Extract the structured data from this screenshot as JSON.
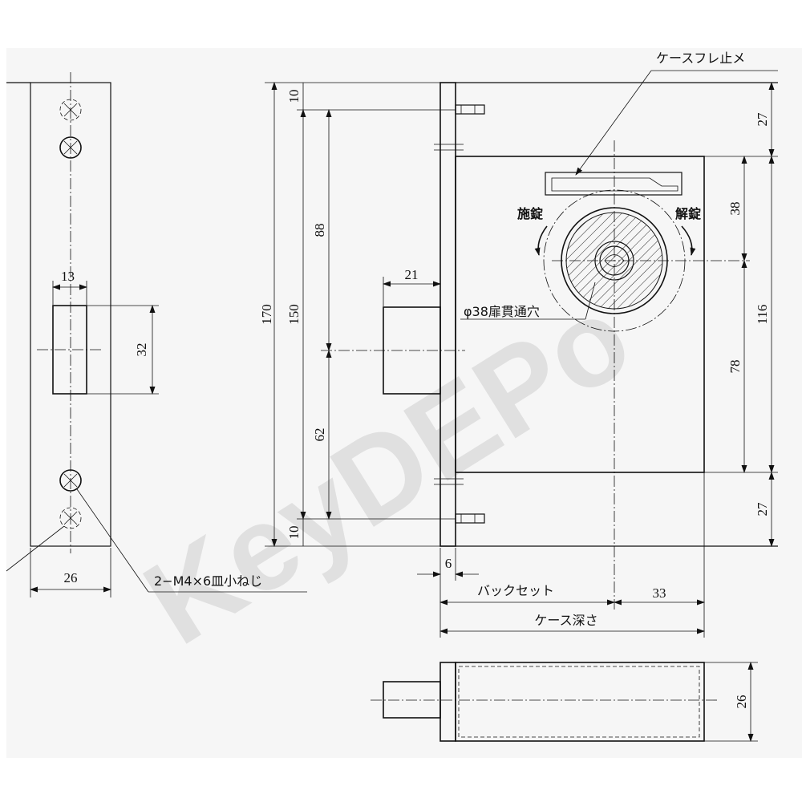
{
  "labels": {
    "strike_width": "13",
    "strike_height": "32",
    "face_width": "26",
    "screw_note": "2−M4×6皿小ねじ",
    "overall_height": "170",
    "case_height": "150",
    "top_margin": "10",
    "bottom_margin": "10",
    "upper_to_center": "88",
    "lower_to_center": "62",
    "bolt_throw": "21",
    "face_thickness": "6",
    "backset": "バックセット",
    "backset_to_back": "33",
    "case_depth": "ケース深さ",
    "case_swing_stopper": "ケースフレ止メ",
    "lock_action": "施錠",
    "unlock_action": "解錠",
    "through_hole": "φ38扉貫通穴",
    "right_top": "27",
    "right_bottom": "27",
    "right_cyl_top": "38",
    "right_case_inner": "116",
    "right_cyl_bottom": "78",
    "bottom_depth": "26"
  },
  "watermark": "KeyDEPo",
  "colors": {
    "line": "#111111",
    "background": "#f6f6f6",
    "watermark": "#cfcfcf"
  }
}
